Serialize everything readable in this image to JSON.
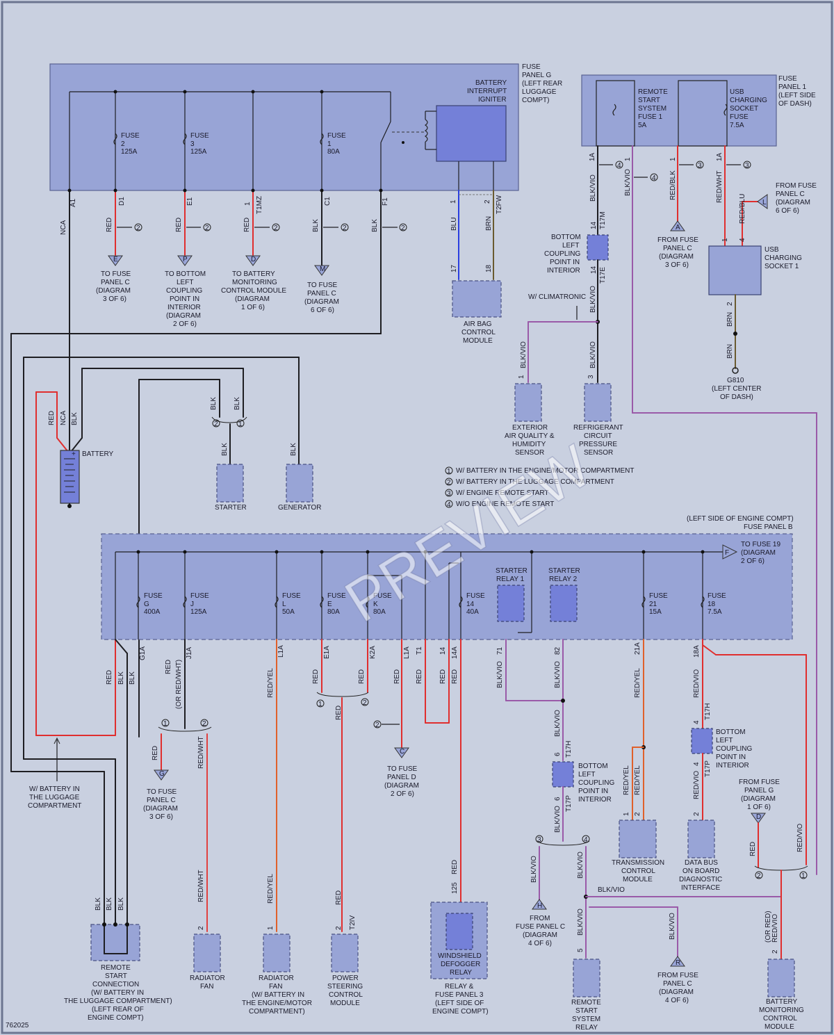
{
  "diagram_id": "762025",
  "watermark": "PREVIEW",
  "fuse_panel_g": {
    "title": "FUSE PANEL G (LEFT REAR LUGGAGE COMPT)",
    "igniter": "BATTERY INTERRUPT IGNITER",
    "fuses": [
      {
        "name": "FUSE 2 125A",
        "terminal": "D1",
        "wire": "RED",
        "dest": "TO FUSE PANEL C (DIAGRAM 3 OF 6)",
        "connector": "E"
      },
      {
        "name": "FUSE 3 125A",
        "terminal": "E1",
        "wire": "RED",
        "dest": "TO BOTTOM LEFT COUPLING POINT IN INTERIOR (DIAGRAM 2 OF 6)",
        "connector": "P"
      },
      {
        "name": "",
        "terminal": "1 T1MZ",
        "wire": "RED",
        "dest": "TO BATTERY MONITORING CONTROL MODULE (DIAGRAM 1 OF 6)",
        "connector": "D"
      },
      {
        "name": "FUSE 1 80A",
        "terminal": "C1",
        "wire": "BLK",
        "dest": "TO FUSE PANEL C (DIAGRAM 6 OF 6)",
        "connector": "M"
      },
      {
        "name": "",
        "terminal": "F1",
        "wire": "BLK",
        "dest": "",
        "connector": ""
      }
    ],
    "a1_terminal": "A1",
    "a1_wire": "NCA"
  },
  "airbag": {
    "name": "AIR BAG CONTROL MODULE",
    "pin1": "1",
    "pin2": "2 T2FW",
    "pin17": "17",
    "pin18": "18",
    "wire1": "BLU",
    "wire2": "BRN"
  },
  "fuse_panel_1": {
    "title": "FUSE PANEL 1 (LEFT SIDE OF DASH)",
    "fuse_a": "REMOTE START SYSTEM FUSE 1 5A",
    "fuse_b": "USB CHARGING SOCKET FUSE 7.5A"
  },
  "labels": {
    "battery": "BATTERY",
    "starter": "STARTER",
    "generator": "GENERATOR",
    "coupling_top": "BOTTOM LEFT COUPLING POINT IN INTERIOR",
    "w_climatronic": "W/ CLIMATRONIC",
    "exterior_sensor": "EXTERIOR AIR QUALITY & HUMIDITY SENSOR",
    "refrigerant_sensor": "REFRIGERANT CIRCUIT PRESSURE SENSOR",
    "from_fuse_a": "FROM FUSE PANEL C (DIAGRAM 3 OF 6)",
    "from_fuse_l": "FROM FUSE PANEL C (DIAGRAM 6 OF 6)",
    "usb_socket": "USB CHARGING SOCKET 1",
    "ground": "G810 (LEFT CENTER OF DASH)",
    "w_battery_lug": "W/ BATTERY IN THE LUGGAGE COMPARTMENT",
    "panel_b_title": "(LEFT SIDE OF ENGINE COMPT) FUSE PANEL B",
    "to_fuse19": "TO FUSE 19 (DIAGRAM 2 OF 6)",
    "to_fuse_g": "TO FUSE PANEL C (DIAGRAM 3 OF 6)",
    "to_fuse_d": "TO FUSE PANEL D (DIAGRAM 2 OF 6)",
    "from_fuse_h": "FROM FUSE PANEL C (DIAGRAM 4 OF 6)",
    "from_fuse_r": "FROM FUSE PANEL C (DIAGRAM 4 OF 6)",
    "from_fuse_g": "FROM FUSE PANEL G (DIAGRAM 1 OF 6)",
    "remote_conn": "REMOTE START CONNECTION (W/ BATTERY IN THE LUGGAGE COMPARTMENT) (LEFT REAR OF ENGINE COMPT)",
    "radiator_fan": "RADIATOR FAN",
    "radiator_fan2": "RADIATOR FAN (W/ BATTERY IN THE ENGINE/MOTOR COMPARTMENT)",
    "power_steering": "POWER STEERING CONTROL MODULE",
    "defogger": "WINDSHIELD DEFOGGER RELAY",
    "relay_panel": "RELAY & FUSE PANEL 3 (LEFT SIDE OF ENGINE COMPT)",
    "remote_relay": "REMOTE START SYSTEM RELAY",
    "tcm": "TRANSMISSION CONTROL MODULE",
    "obd": "DATA BUS ON BOARD DIAGNOSTIC INTERFACE",
    "bmcm": "BATTERY MONITORING CONTROL MODULE",
    "coupling_mid": "BOTTOM LEFT COUPLING POINT IN INTERIOR",
    "coupling_right": "BOTTOM LEFT COUPLING POINT IN INTERIOR",
    "starter_relay1": "STARTER RELAY 1",
    "starter_relay2": "STARTER RELAY 2"
  },
  "legend": [
    "W/ BATTERY IN THE ENGINE/MOTOR COMPARTMENT",
    "W/ BATTERY IN THE LUGGAGE COMPARTMENT",
    "W/ ENGINE REMOTE START",
    "W/O ENGINE REMOTE START"
  ],
  "panel_b_fuses": [
    {
      "name": "FUSE G 400A",
      "terminal": "G1A"
    },
    {
      "name": "FUSE J 125A",
      "terminal": "J1A"
    },
    {
      "name": "FUSE L 50A",
      "terminal": "L1A"
    },
    {
      "name": "FUSE E 80A",
      "terminal": "E1A"
    },
    {
      "name": "FUSE K 80A",
      "terminal": "K2A"
    },
    {
      "name": "FUSE 14 40A",
      "terminal": "14A"
    },
    {
      "name": "FUSE 21 15A",
      "terminal": "21A"
    },
    {
      "name": "FUSE 18 7.5A",
      "terminal": "18A"
    }
  ],
  "colors": {
    "red": "#e02e2e",
    "black": "#1e1e22",
    "violet": "#9a5aa8",
    "blue": "#2a3ee0",
    "brown": "#6a5a30",
    "panel": "#98a4d6"
  }
}
